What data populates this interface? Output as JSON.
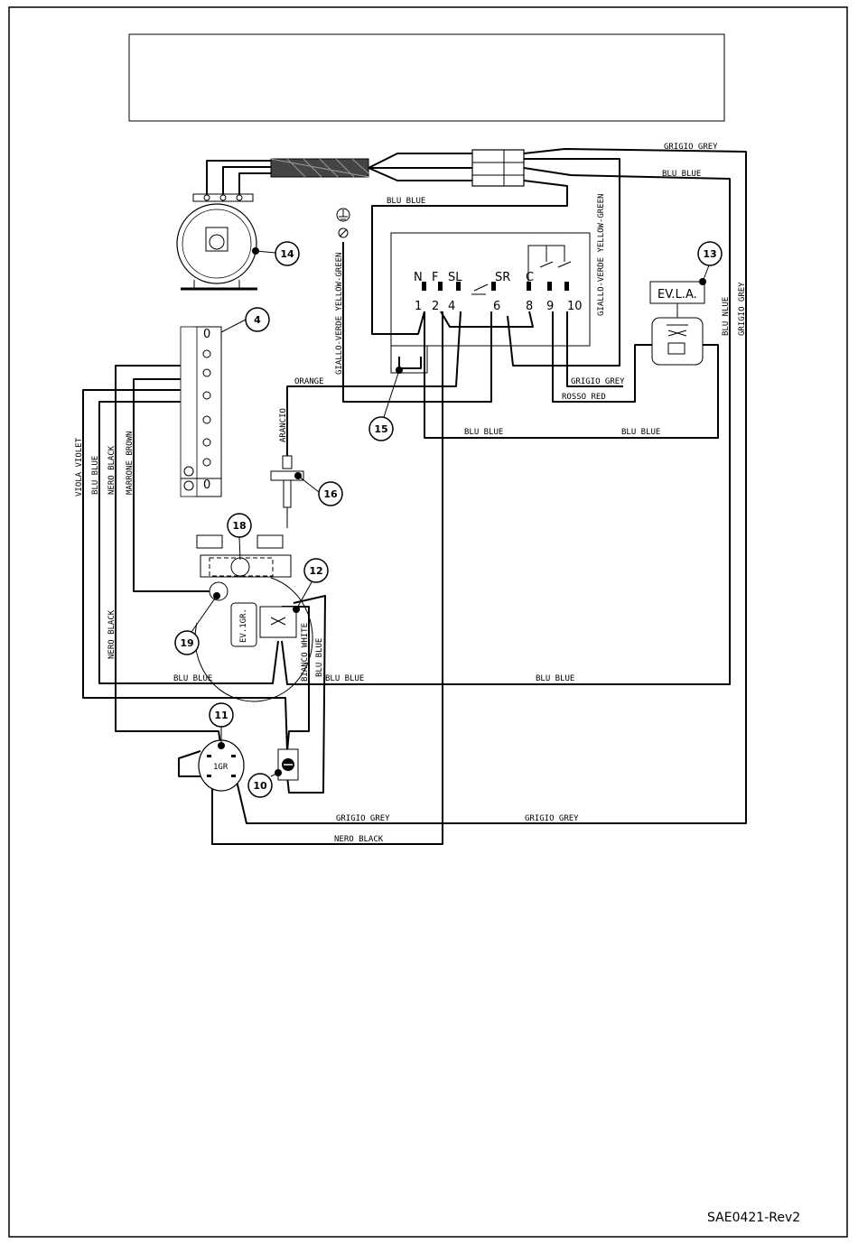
{
  "document": {
    "reference": "SAE0421-Rev2",
    "title_box_text": ""
  },
  "terminals": {
    "top": [
      "N",
      "F",
      "SL",
      "SR",
      "C"
    ],
    "bottom": [
      "1",
      "2",
      "4",
      "6",
      "8",
      "9",
      "10"
    ]
  },
  "wire_labels": {
    "grigio_grey_top": "GRIGIO GREY",
    "blu_blue_top": "BLU BLUE",
    "blu_blue_thermostat": "BLU BLUE",
    "giallo_verde_right": "GIALLO-VERDE YELLOW-GREEN",
    "giallo_verde_left": "GIALLO-VERDE YELLOW-GREEN",
    "blu_nlue": "BLU NLUE",
    "grigio_grey_right": "GRIGIO GREY",
    "orange": "ORANGE",
    "arancio": "ARANCIO",
    "grigio_grey_mid": "GRIGIO GREY",
    "rosso_red": "ROSSO RED",
    "blu_blue_mid_1": "BLU BLUE",
    "blu_blue_mid_2": "BLU BLUE",
    "viola_violet": "VIOLA VIOLET",
    "blu_blue_left": "BLU BLUE",
    "nero_black_left": "NERO BLACK",
    "marrone_brown": "MARRONE BROWN",
    "nero_black_lower": "NERO BLACK",
    "bianco_white": "BIANCO WHITE",
    "blu_blue_valve": "BLU BLUE",
    "blu_blue_bottom_1": "BLU BLUE",
    "blu_blue_bottom_2": "BLU BLUE",
    "blu_blue_bottom_3": "BLU BLUE",
    "grigio_grey_bottom_1": "GRIGIO GREY",
    "grigio_grey_bottom_2": "GRIGIO GREY",
    "nero_black_bottom": "NERO BLACK"
  },
  "components": {
    "ev_la": "EV.L.A.",
    "ev_1gr": "EV.1GR.",
    "one_gr": "1GR",
    "terminal_block_top": "0",
    "terminal_block_bottom": "0"
  },
  "callouts": [
    "14",
    "4",
    "13",
    "15",
    "16",
    "18",
    "12",
    "19",
    "11",
    "10"
  ]
}
